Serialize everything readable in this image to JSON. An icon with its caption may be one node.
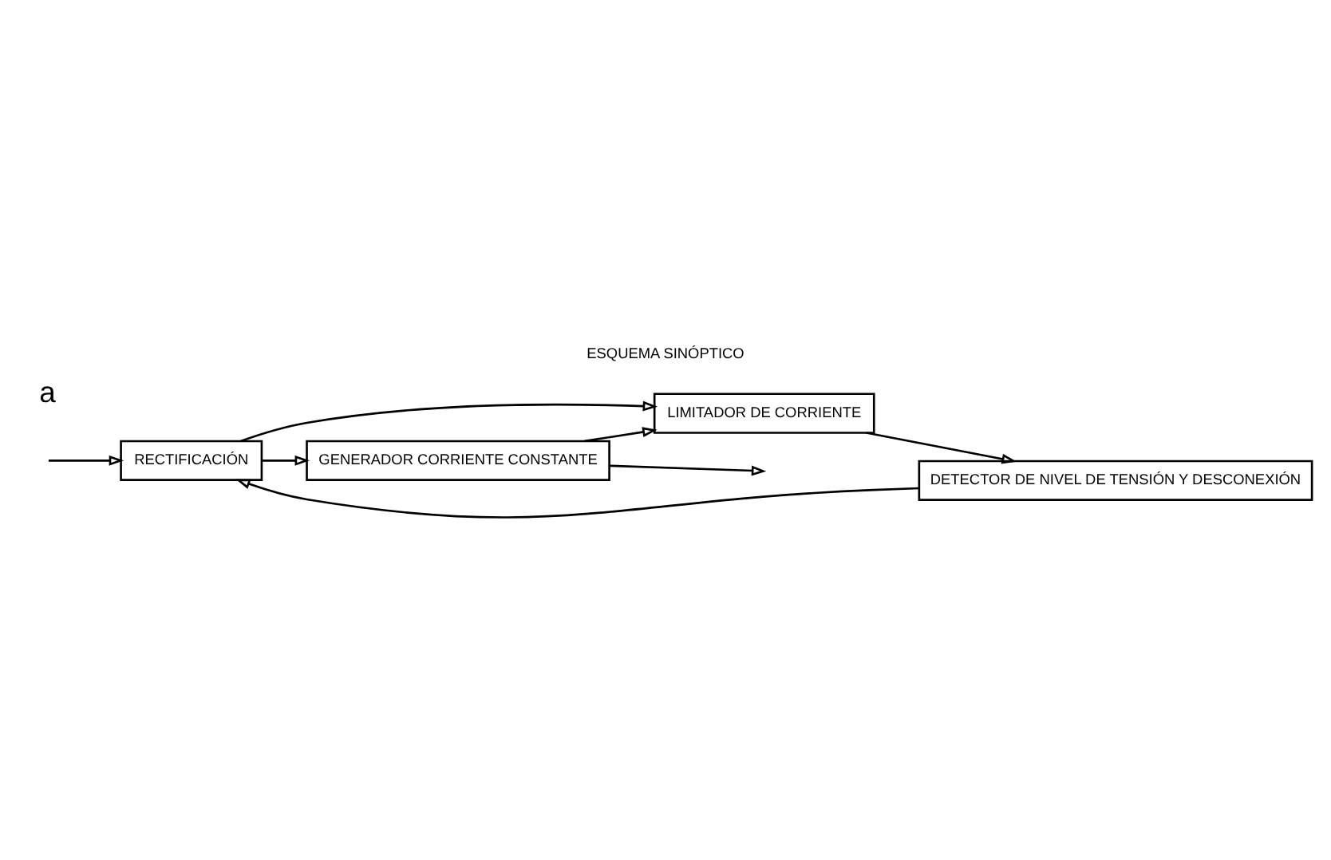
{
  "diagram": {
    "title": "ESQUEMA SINÓPTICO",
    "nodes": [
      {
        "text": [
          "RECTIFICACIÓN"
        ]
      },
      {
        "text": [
          "GENERADOR CORRIENTE CONSTANTE"
        ]
      },
      {
        "text": [
          "LIMITADOR DE CORRIENTE"
        ]
      },
      {
        "text": [
          "DETECTOR DE NIVEL DE TENSIÓN Y DESCONEXIÓN"
        ]
      }
    ],
    "edges": [
      {
        "from": null,
        "to": 0,
        "arrow": "to"
      },
      {
        "from": 0,
        "to": 1,
        "arrow": "to"
      },
      {
        "from": 0,
        "to": 2,
        "arrow": "to"
      },
      {
        "from": 1,
        "to": null,
        "arrow": "to"
      },
      {
        "from": 1,
        "to": 2,
        "arrow": "to"
      },
      {
        "from": 2,
        "to": 3,
        "arrow": "to"
      },
      {
        "from": 3,
        "to": 0,
        "arrow": "to"
      }
    ],
    "labels": [
      "a"
    ]
  }
}
